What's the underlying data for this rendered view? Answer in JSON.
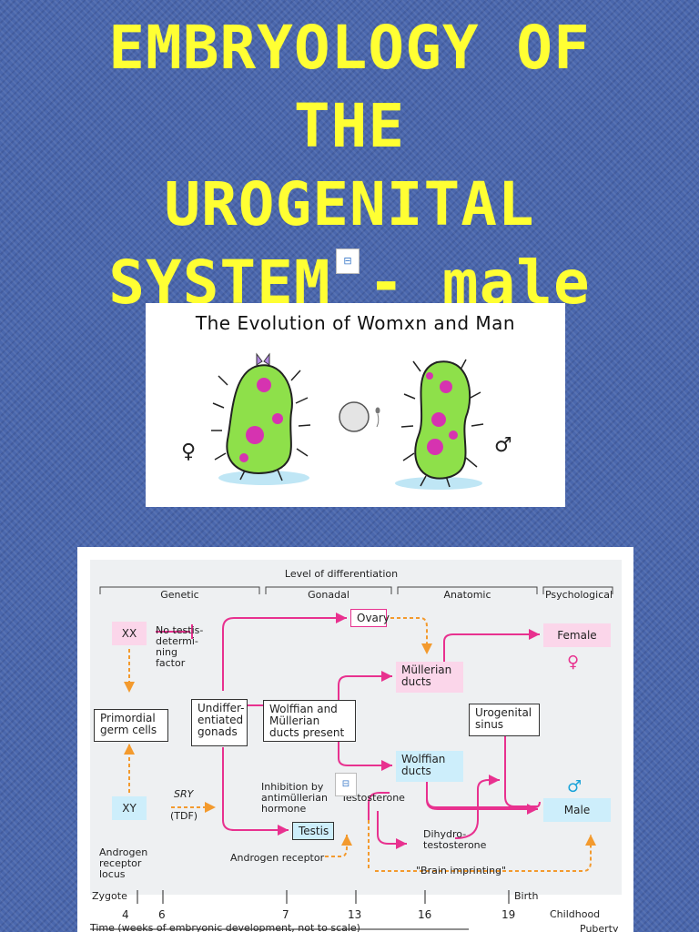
{
  "slide": {
    "title_lines": [
      "EMBRYOLOGY OF",
      "THE",
      "UROGENITAL",
      "SYSTEM - male"
    ],
    "icon_glyph": "⊟"
  },
  "cartoon": {
    "title": "The Evolution of Womxn and Man",
    "female_symbol": "♀",
    "male_symbol": "♂"
  },
  "diagram": {
    "header": "Level of differentiation",
    "levels": [
      "Genetic",
      "Gonadal",
      "Anatomic",
      "Psychological"
    ],
    "nodes": {
      "xx": "XX",
      "xy": "XY",
      "primordial": "Primordial germ cells",
      "undifferentiated": "Undiffer-entiated gonads",
      "wolffian_mullerian": "Wolffian and Müllerian ducts present",
      "ovary": "Ovary",
      "testis": "Testis",
      "mullerian": "Müllerian ducts",
      "wolffian": "Wolffian ducts",
      "urogenital": "Urogenital sinus",
      "female": "Female",
      "male": "Male"
    },
    "labels": {
      "no_tdf": "No testis-determi-ning factor",
      "sry": "SRY",
      "tdf": "(TDF)",
      "inhibition": "Inhibition by antimüllerian hormone",
      "testosterone": "Testosterone",
      "dihydro": "Dihydro-testosterone",
      "androgen_locus": "Androgen receptor locus",
      "androgen_receptor": "Androgen receptor",
      "brain": "\"Brain imprinting\"",
      "female_symbol": "♀",
      "male_symbol": "♂"
    },
    "timeline": {
      "zygote": "Zygote",
      "ticks": [
        "4",
        "6",
        "7",
        "13",
        "16",
        "19"
      ],
      "birth": "Birth",
      "childhood": "Childhood",
      "puberty": "Puberty",
      "axis_label": "Time (weeks of embryonic development, not to scale)"
    },
    "colors": {
      "pink_arrow": "#e8318f",
      "orange_dotted": "#f39a2e",
      "pink_box": "#fbd6ea",
      "blue_box": "#cdeefb",
      "male_symbol": "#1aa3d9",
      "female_symbol": "#e8318f"
    }
  }
}
